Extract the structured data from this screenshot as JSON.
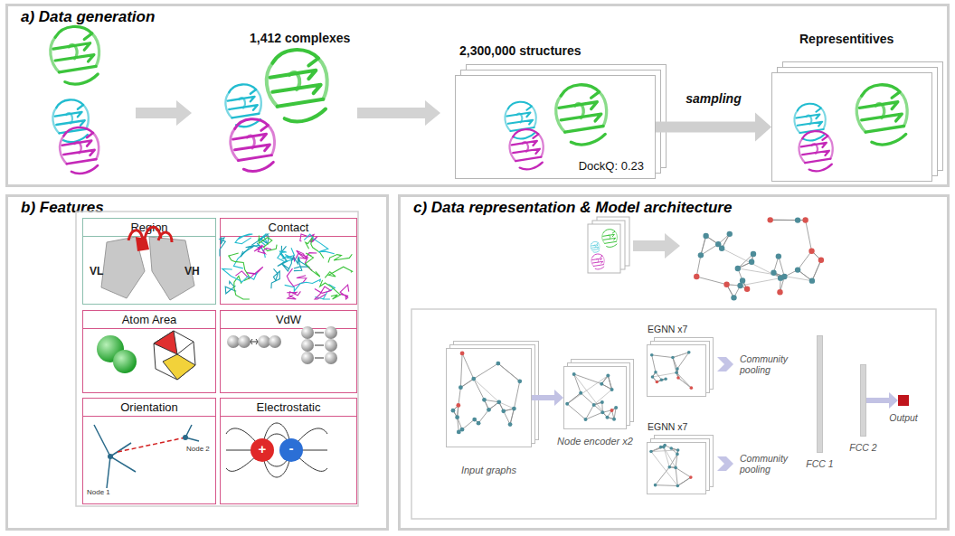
{
  "diagram": {
    "nodes": [
      {
        "text": [
          "a) Data generation"
        ]
      },
      {
        "text": [
          "2,300,000 structures",
          "DockQ: 0.23"
        ],
        "in": 0
      },
      {
        "text": [
          "Representitives"
        ],
        "in": 0
      },
      {
        "text": [
          "b) Features"
        ]
      },
      {
        "text": [
          "Region"
        ],
        "in": 3
      },
      {
        "text": [
          "Contact"
        ],
        "in": 3
      },
      {
        "text": [
          "Atom Area"
        ],
        "in": 3
      },
      {
        "text": [
          "VdW"
        ],
        "in": 3
      },
      {
        "text": [
          "Orientation"
        ],
        "in": 3
      },
      {
        "text": [
          "Electrostatic"
        ],
        "in": 3
      },
      {
        "text": [
          "c) Data representation & Model architecture"
        ]
      },
      {
        "text": [
          "Input graphs"
        ],
        "in": 10
      },
      {
        "text": [
          "Node encoder x2"
        ],
        "in": 10
      },
      {
        "text": [
          "EGNN x7"
        ],
        "in": 10
      },
      {
        "text": [
          "EGNN x7"
        ],
        "in": 10
      },
      {
        "text": [
          "FCC 1"
        ],
        "in": 10
      },
      {
        "text": [
          "FCC 2"
        ],
        "in": 10
      },
      {
        "text": [
          "Output"
        ],
        "in": 10
      }
    ],
    "edges": [
      {
        "from": 1,
        "to": 2,
        "arrow": "to",
        "label": "sampling"
      },
      {
        "from": 11,
        "to": 12,
        "arrow": "to"
      },
      {
        "from": 16,
        "to": 17,
        "arrow": "to"
      }
    ],
    "labels": [
      "1,412 complexes",
      "VL",
      "VH",
      "Node 1",
      "Node 2",
      "+",
      "-",
      "Community pooling",
      "Community pooling"
    ]
  }
}
